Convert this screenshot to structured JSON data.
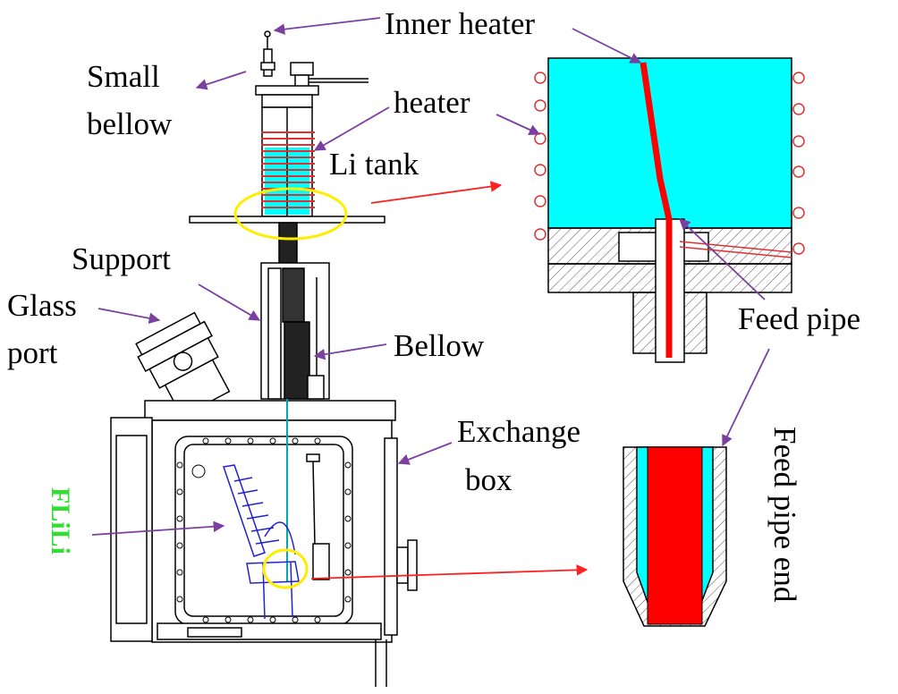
{
  "labels": {
    "inner_heater": "Inner heater",
    "small_bellow_line1": "Small",
    "small_bellow_line2": "bellow",
    "heater": "heater",
    "li_tank": "Li tank",
    "support": "Support",
    "glass_port_line1": "Glass",
    "glass_port_line2": "port",
    "bellow": "Bellow",
    "feed_pipe": "Feed pipe",
    "exchange_box_line1": "Exchange",
    "exchange_box_line2": "box",
    "flili": "FLiLi",
    "feed_pipe_end": "Feed pipe end"
  },
  "colors": {
    "liquid": "#00ffff",
    "feed_pipe": "#ff0000",
    "heater_coil": "#e03030",
    "pointer_arrow": "#7b3fa0",
    "callout_arrow": "#ff2020",
    "highlight_ellipse": "#ffee00",
    "flili_label": "#33dd33",
    "flili_structure": "#2222cc",
    "outline": "#000000"
  }
}
